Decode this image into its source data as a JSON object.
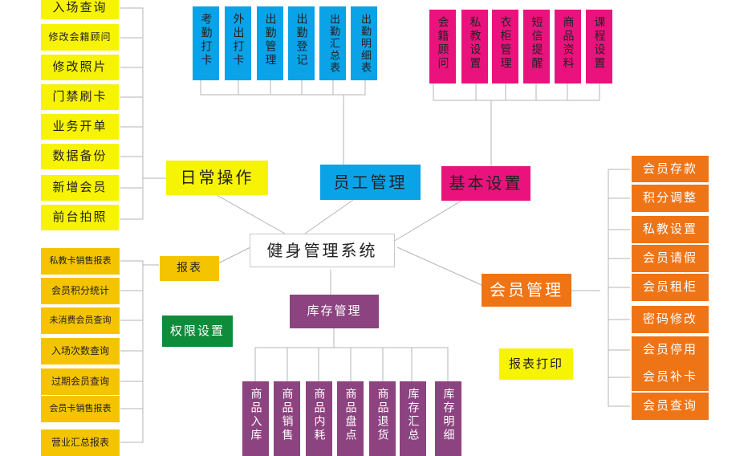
{
  "center": "健身管理系统",
  "daily": {
    "title": "日常操作",
    "items": [
      "入场查询",
      "修改会籍顾问",
      "修改照片",
      "门禁刷卡",
      "业务开单",
      "数据备份",
      "新增会员",
      "前台拍照"
    ]
  },
  "staff": {
    "title": "员工管理",
    "items": [
      "考勤打卡",
      "外出打卡",
      "出勤管理",
      "出勤登记",
      "出勤汇总表",
      "出勤明细表"
    ]
  },
  "basic": {
    "title": "基本设置",
    "items": [
      "会籍顾问",
      "私教设置",
      "衣柜管理",
      "短信提醒",
      "商品资料",
      "课程设置"
    ]
  },
  "member": {
    "title": "会员管理",
    "items": [
      "会员存款",
      "积分调整",
      "私教设置",
      "会员请假",
      "会员租柜",
      "密码修改",
      "会员停用",
      "会员补卡",
      "会员查询"
    ]
  },
  "report": {
    "title": "报表",
    "items": [
      "私教卡销售报表",
      "会员积分统计",
      "未消费会员查询",
      "入场次数查询",
      "过期会员查询",
      "会员卡销售报表",
      "营业汇总报表"
    ]
  },
  "inventory": {
    "title": "库存管理",
    "items": [
      "商品入库",
      "商品销售",
      "商品内耗",
      "商品盘点",
      "商品退货",
      "库存汇总",
      "库存明细"
    ]
  },
  "permission": "权限设置",
  "print": "报表打印",
  "colors": {
    "yellow": "#f7f304",
    "blue": "#0ba3e8",
    "magenta": "#ea137e",
    "purple": "#8e4381",
    "orange": "#ef7416",
    "gold": "#f5c400",
    "green": "#0f8c3a"
  }
}
